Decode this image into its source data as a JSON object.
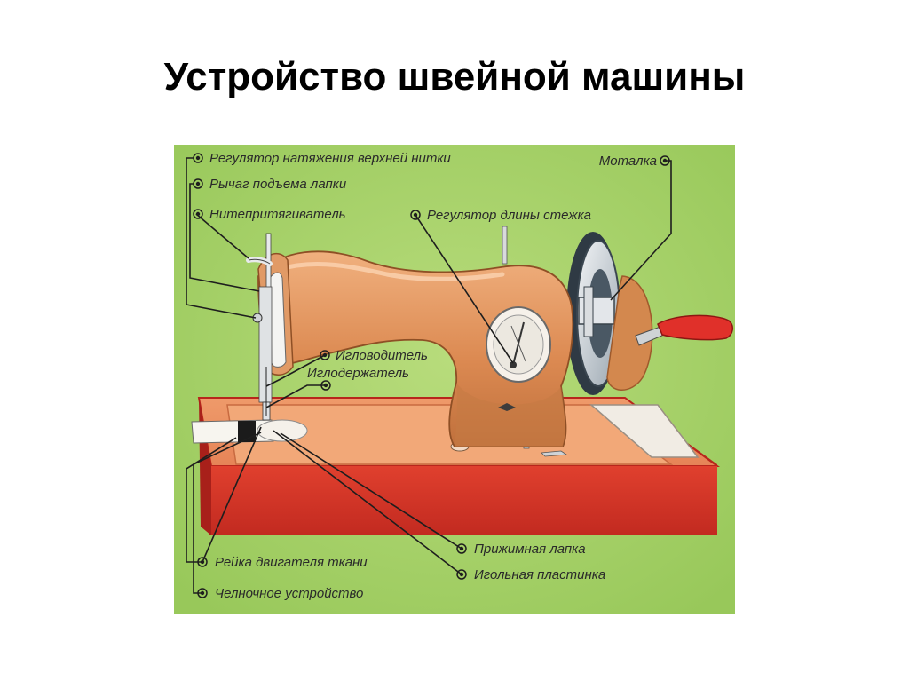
{
  "slide": {
    "title": "Устройство швейной машины"
  },
  "diagram": {
    "colors": {
      "background": "#a9d46a",
      "machine_body": "#d98a55",
      "base": "#d8372a",
      "handle": "#e0302a"
    },
    "labels": {
      "thread_tension": "Регулятор натяжения верхней нитки",
      "foot_lever": "Рычаг подъема лапки",
      "take_up": "Нитепритягиватель",
      "stitch_length": "Регулятор длины стежка",
      "bobbin_winder": "Моталка",
      "needle_bar": "Игловодитель",
      "needle_holder": "Иглодержатель",
      "presser_foot": "Прижимная лапка",
      "needle_plate": "Игольная пластинка",
      "feed_dog": "Рейка двигателя ткани",
      "shuttle": "Челночное устройство"
    }
  }
}
